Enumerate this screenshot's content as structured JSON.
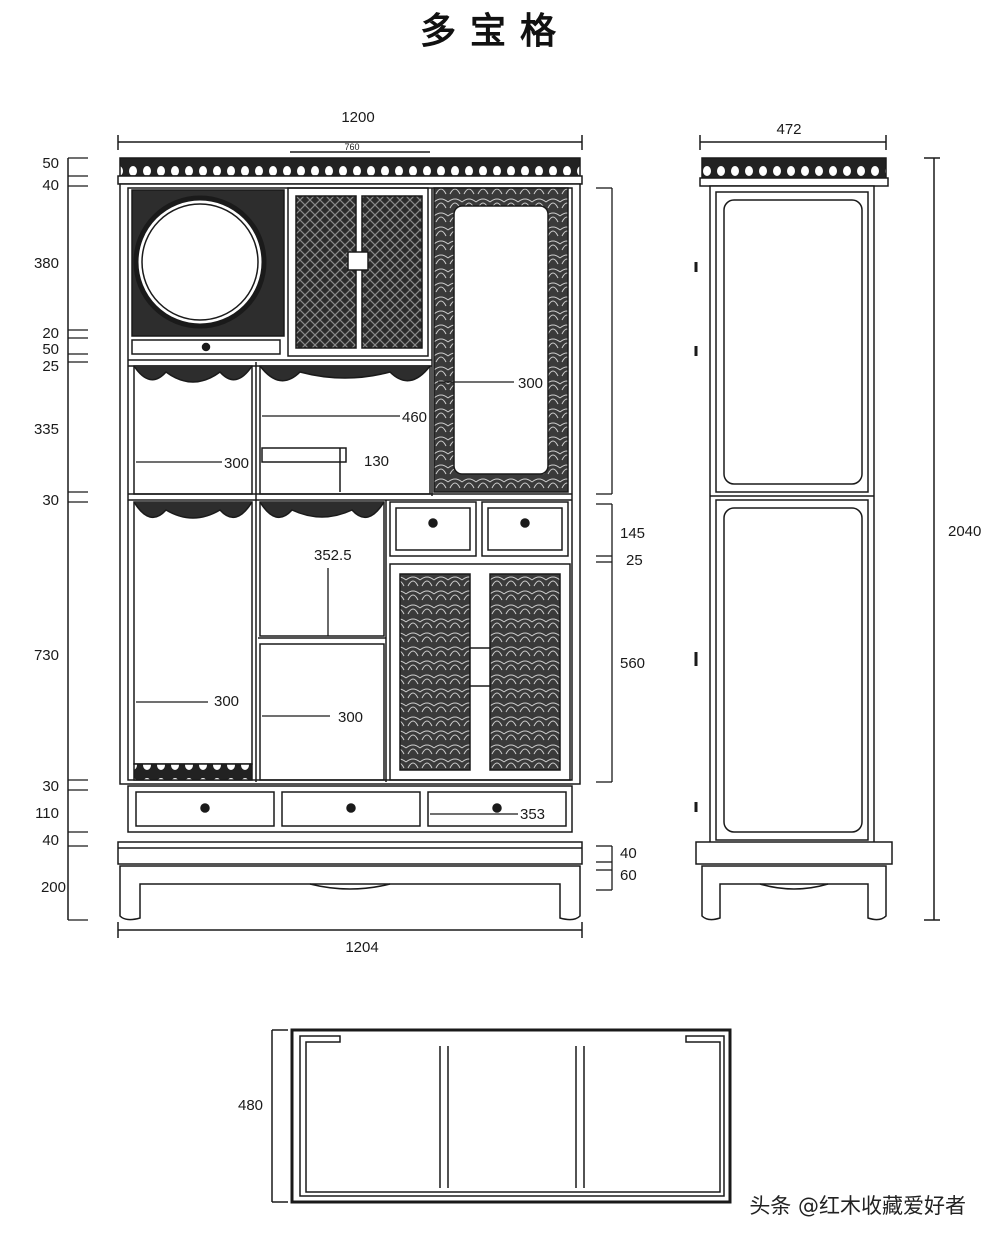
{
  "title": "多宝格",
  "watermark": "头条 @红木收藏爱好者",
  "front_view": {
    "width_top": "1200",
    "width_top_inner": "760",
    "width_bottom": "1204",
    "left_dims": [
      "50",
      "40",
      "380",
      "20",
      "50",
      "25",
      "335",
      "30",
      "730",
      "30",
      "110",
      "40",
      "200"
    ],
    "right_dims": [
      "145",
      "25",
      "560",
      "40",
      "60"
    ],
    "inner_dims": {
      "round_niche_width": "300",
      "open_shelf_width": "460",
      "shelf_height": "130",
      "left_shelf_width": "300",
      "center_height": "352.5",
      "left_lower_width": "300",
      "center_lower_width": "300",
      "drawer_width": "353"
    }
  },
  "side_view": {
    "depth": "472",
    "total_height": "2040"
  },
  "plan_view": {
    "depth": "480"
  },
  "icons": {
    "round_window": "round-window-icon",
    "lattice_door": "lattice-door-icon",
    "carved_panel": "carved-crane-panel-icon",
    "drawer_pull": "drawer-pull-icon"
  }
}
